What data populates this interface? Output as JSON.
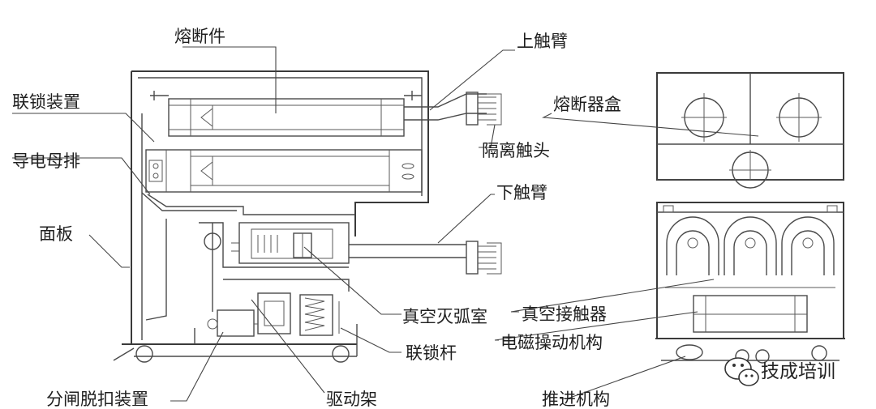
{
  "labels": {
    "fuse_element": "熔断件",
    "upper_contact_arm": "上触臂",
    "interlock_device": "联锁装置",
    "fuse_box": "熔断器盒",
    "isolating_contact": "隔离触头",
    "conductive_busbar": "导电母排",
    "lower_contact_arm": "下触臂",
    "panel": "面板",
    "vacuum_interrupter": "真空灭弧室",
    "vacuum_contactor": "真空接触器",
    "electromagnetic_mechanism": "电磁操动机构",
    "interlock_rod": "联锁杆",
    "trip_device": "分闸脱扣装置",
    "drive_frame": "驱动架",
    "propulsion_mechanism": "推进机构"
  },
  "watermark": {
    "icon": "wechat-icon",
    "text": "技成培训"
  }
}
